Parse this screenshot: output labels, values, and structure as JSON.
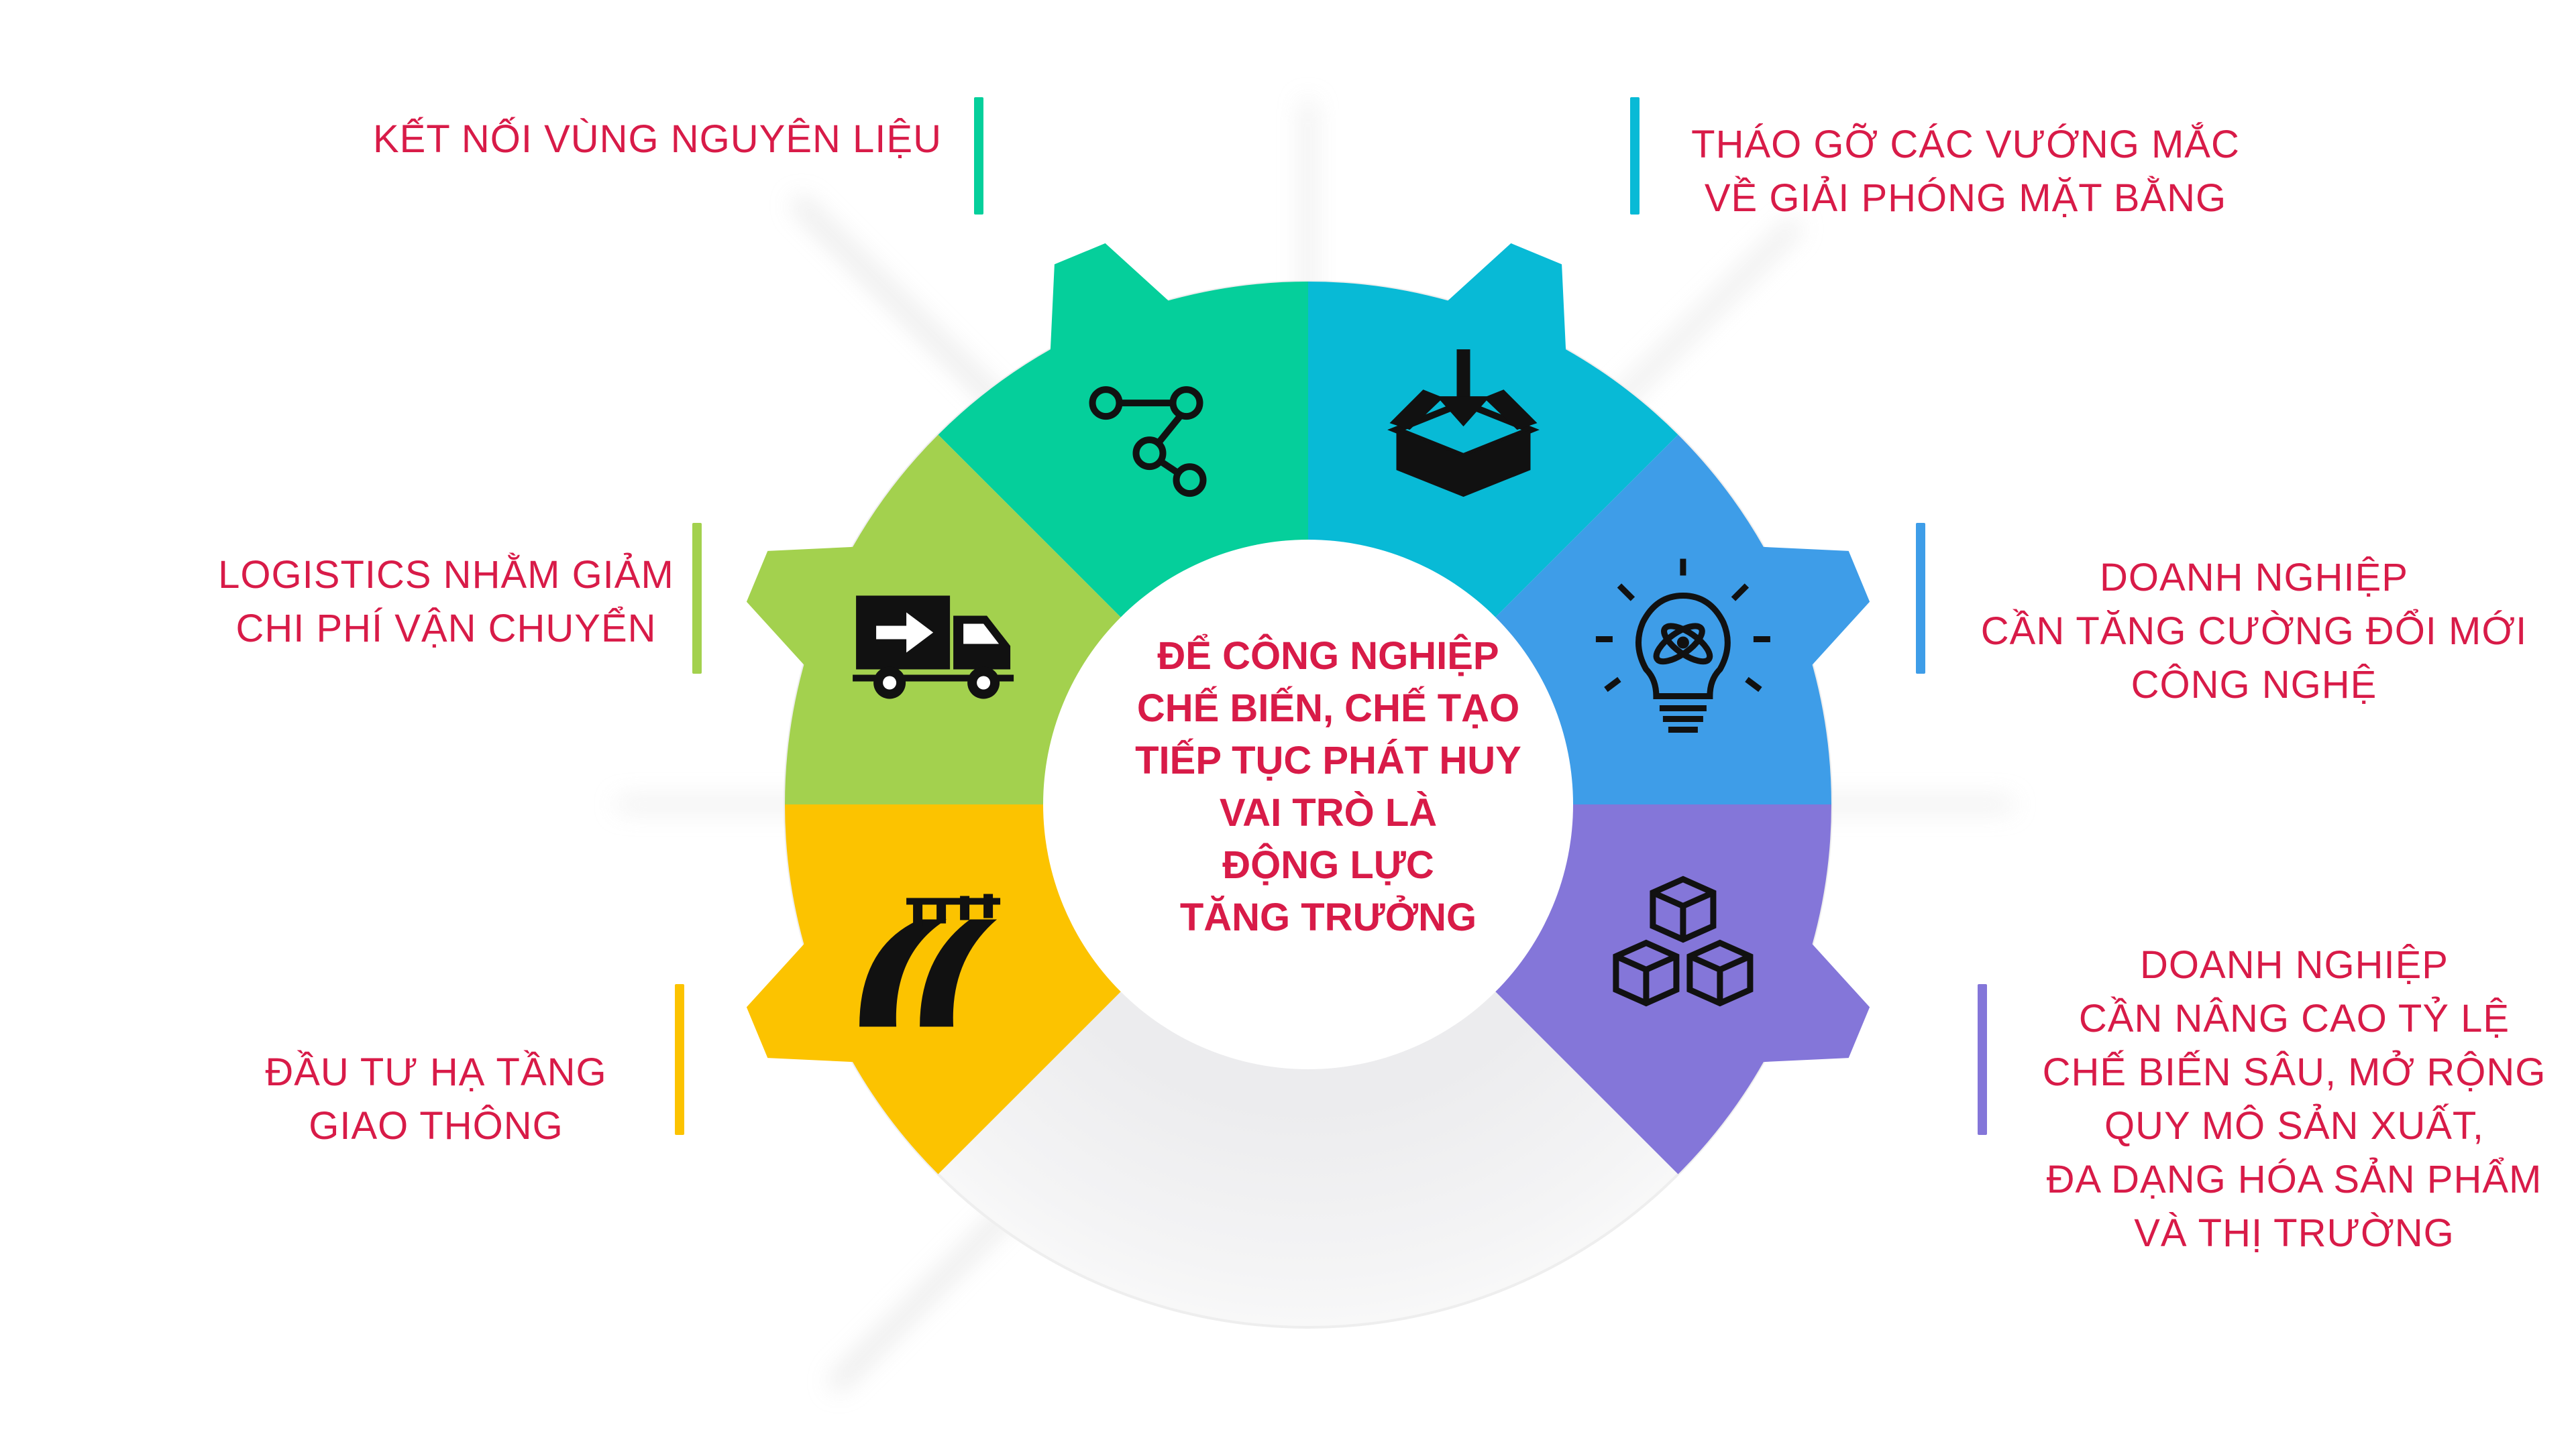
{
  "center": {
    "lines": [
      "ĐỂ CÔNG NGHIỆP",
      "CHẾ BIẾN, CHẾ TẠO",
      "TIẾP TỤC PHÁT HUY",
      "VAI TRÒ LÀ",
      "ĐỘNG LỰC",
      "TĂNG TRƯỞNG"
    ]
  },
  "segments": [
    {
      "id": "raw-material",
      "color": "#05cf9b",
      "icon": "route-path-icon",
      "lines": [
        "KẾT NỐI VÙNG NGUYÊN LIỆU"
      ]
    },
    {
      "id": "site-clearance",
      "color": "#08bad6",
      "icon": "box-download-icon",
      "lines": [
        "THÁO GỠ CÁC VƯỚNG MẮC",
        "VỀ GIẢI PHÓNG MẶT BẰNG"
      ]
    },
    {
      "id": "technology",
      "color": "#3e9de8",
      "icon": "lightbulb-atom-icon",
      "lines": [
        "DOANH NGHIỆP",
        "CẦN TĂNG CƯỜNG ĐỔI MỚI",
        "CÔNG NGHỆ"
      ]
    },
    {
      "id": "deep-processing",
      "color": "#8476d9",
      "icon": "stacked-boxes-icon",
      "lines": [
        "DOANH NGHIỆP",
        "CẦN NÂNG CAO TỶ LỆ",
        "CHẾ BIẾN SÂU, MỞ RỘNG",
        "QUY MÔ SẢN XUẤT,",
        "ĐA DẠNG HÓA SẢN PHẨM",
        "VÀ THỊ TRƯỜNG"
      ]
    },
    {
      "id": "infrastructure",
      "color": "#fcc300",
      "icon": "road-icon",
      "lines": [
        "ĐẦU TƯ HẠ TẦNG",
        "GIAO THÔNG"
      ]
    },
    {
      "id": "logistics",
      "color": "#a3d14e",
      "icon": "delivery-truck-icon",
      "lines": [
        "LOGISTICS NHẰM GIẢM",
        "CHI PHÍ VẬN CHUYỂN"
      ]
    }
  ]
}
